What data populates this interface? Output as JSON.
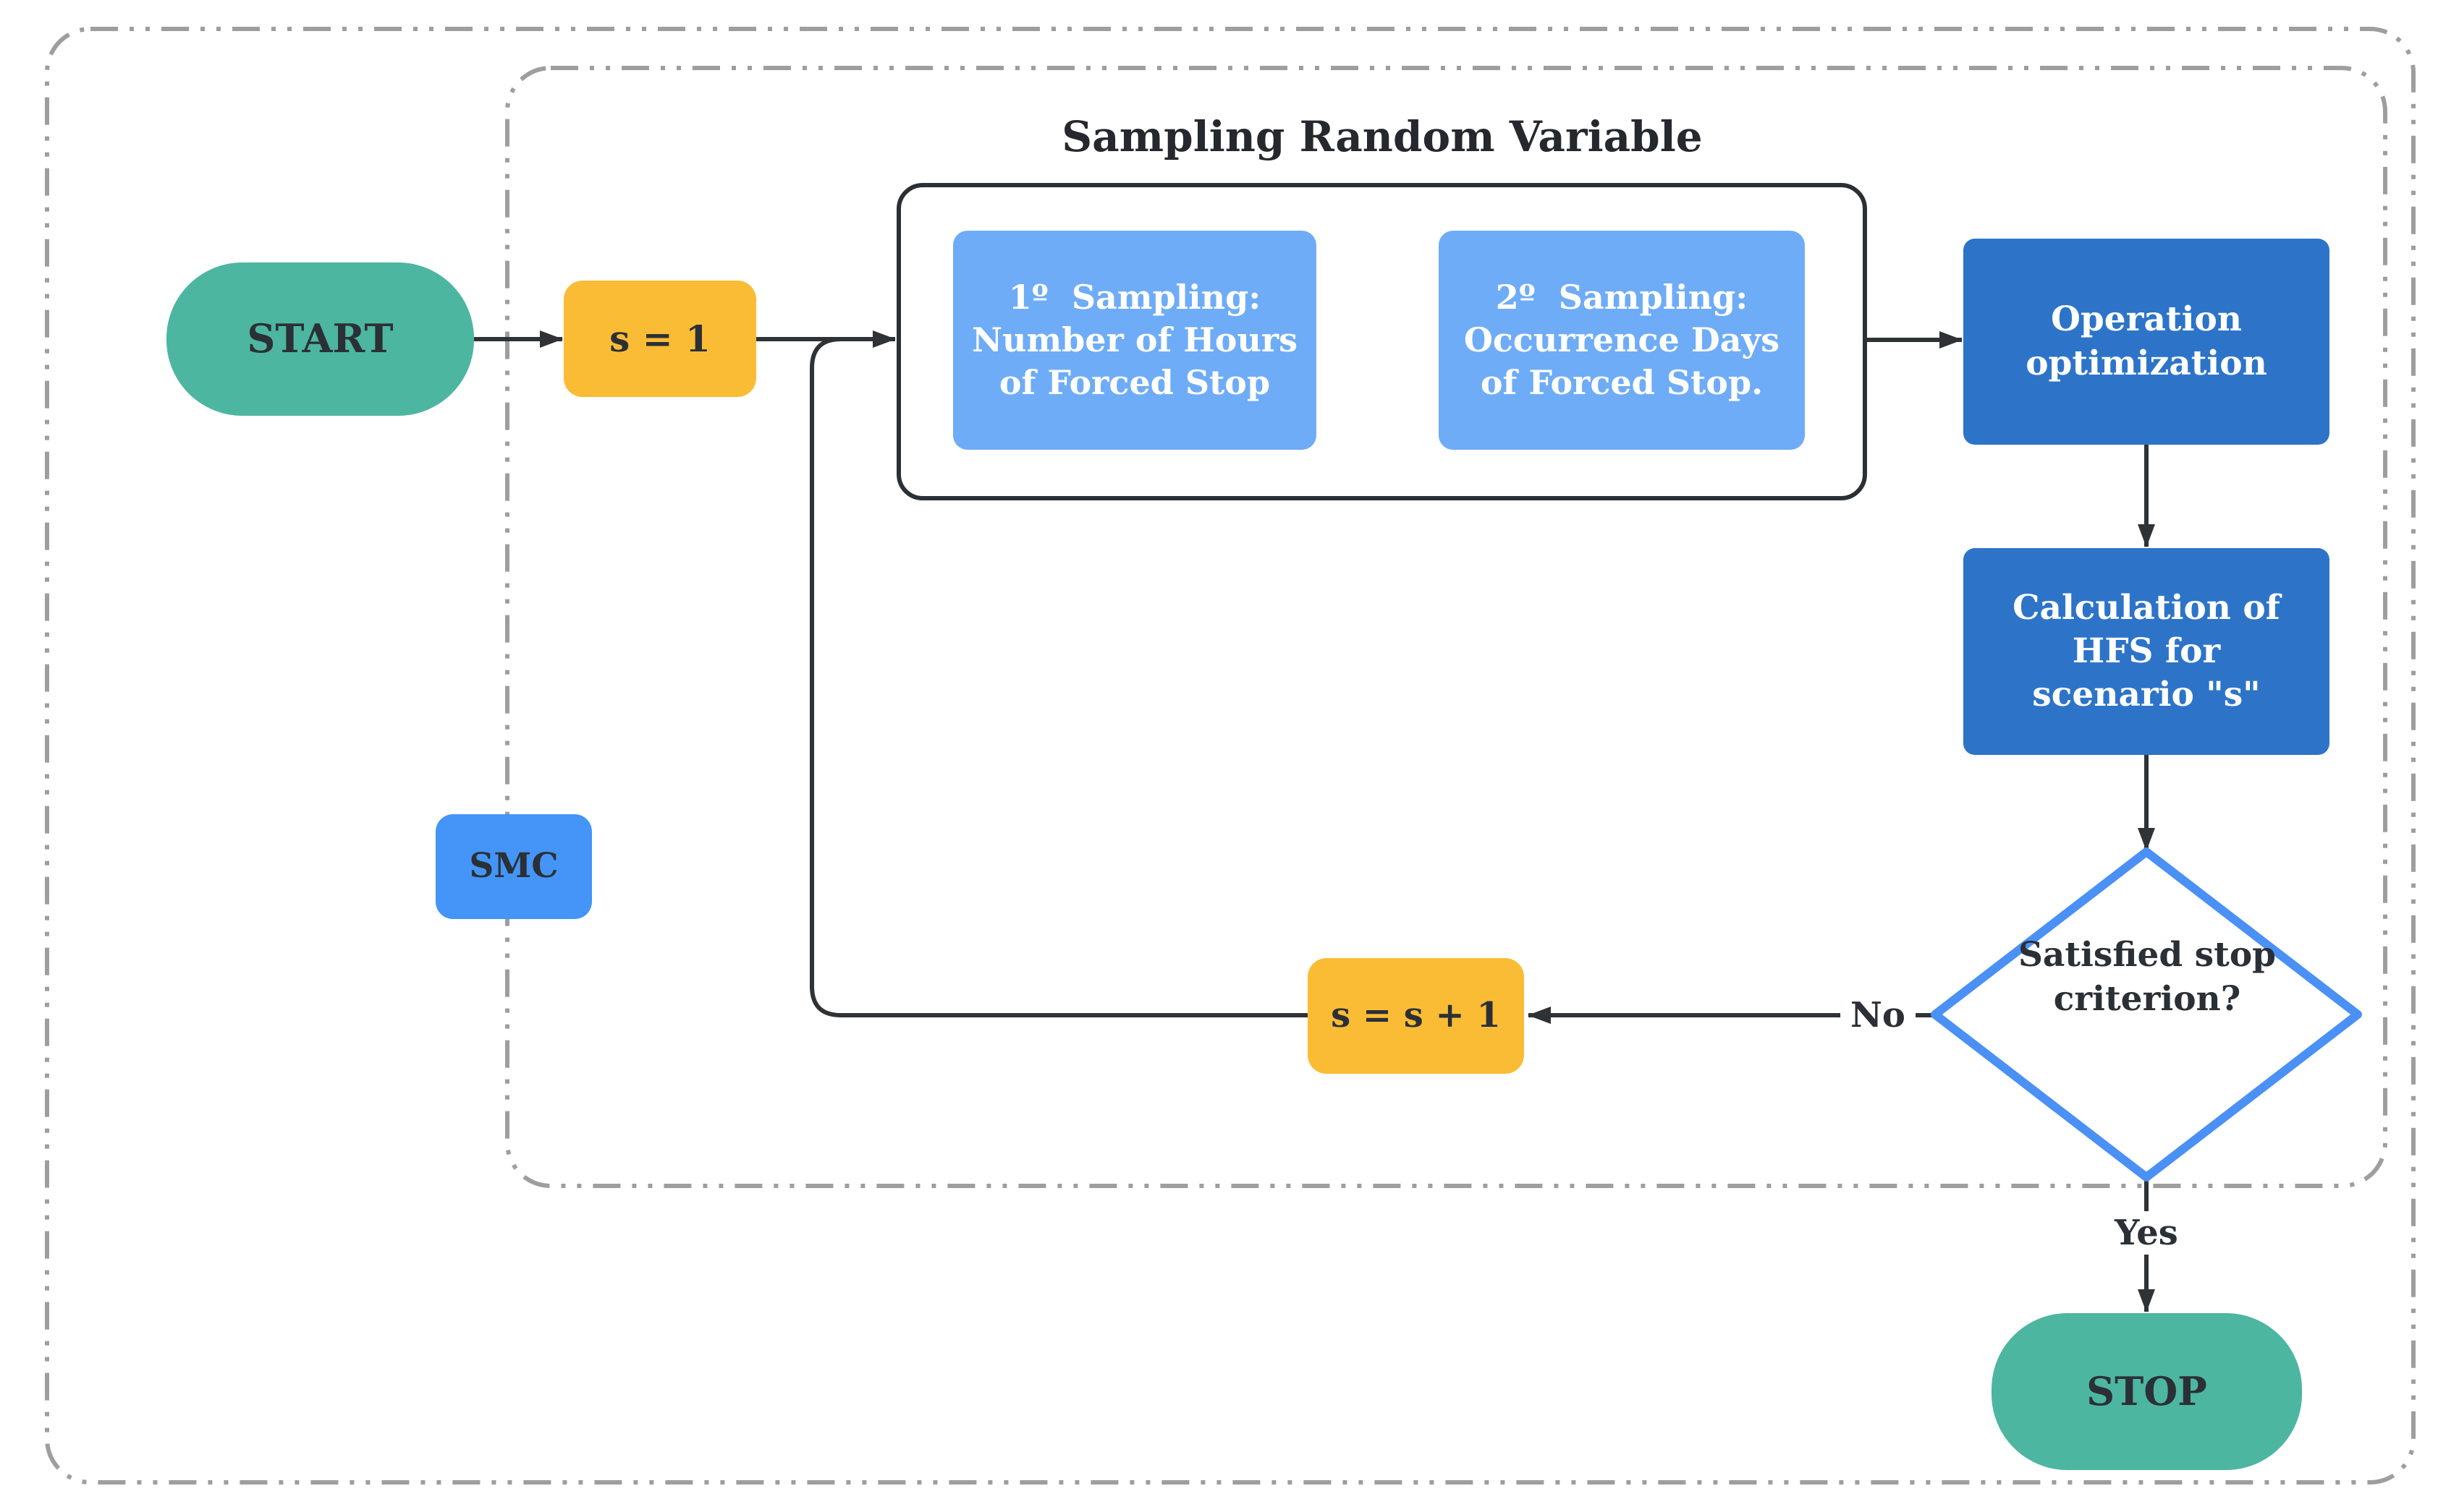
{
  "title": "Sampling Random Variable",
  "region": {
    "smc_label": "SMC"
  },
  "nodes": {
    "start": {
      "label": "START"
    },
    "set_s_one": {
      "label": "s = 1"
    },
    "sampling_1": {
      "label": "1º  Sampling:\nNumber of Hours\nof Forced Stop"
    },
    "sampling_2": {
      "label": "2º  Sampling:\nOccurrence Days\nof Forced Stop."
    },
    "operation_optimization": {
      "label": "Operation\noptimization"
    },
    "hfs_calculation": {
      "label": "Calculation of\nHFS for\nscenario \"s\""
    },
    "stop_criterion": {
      "label": "Satisfied stop\ncriterion?"
    },
    "increment_s": {
      "label": "s = s + 1"
    },
    "stop": {
      "label": "STOP"
    }
  },
  "edge_labels": {
    "no": "No",
    "yes": "Yes"
  },
  "colors": {
    "teal": "#4DB6A0",
    "amber": "#FBBC35",
    "lightblue": "#6FACF7",
    "blue": "#2D74C9",
    "brightblue": "#4495F7",
    "diamondborder": "#4A90F5",
    "line": "#2F3336",
    "dash": "#9E9E9E",
    "ink": "#2B3036"
  }
}
